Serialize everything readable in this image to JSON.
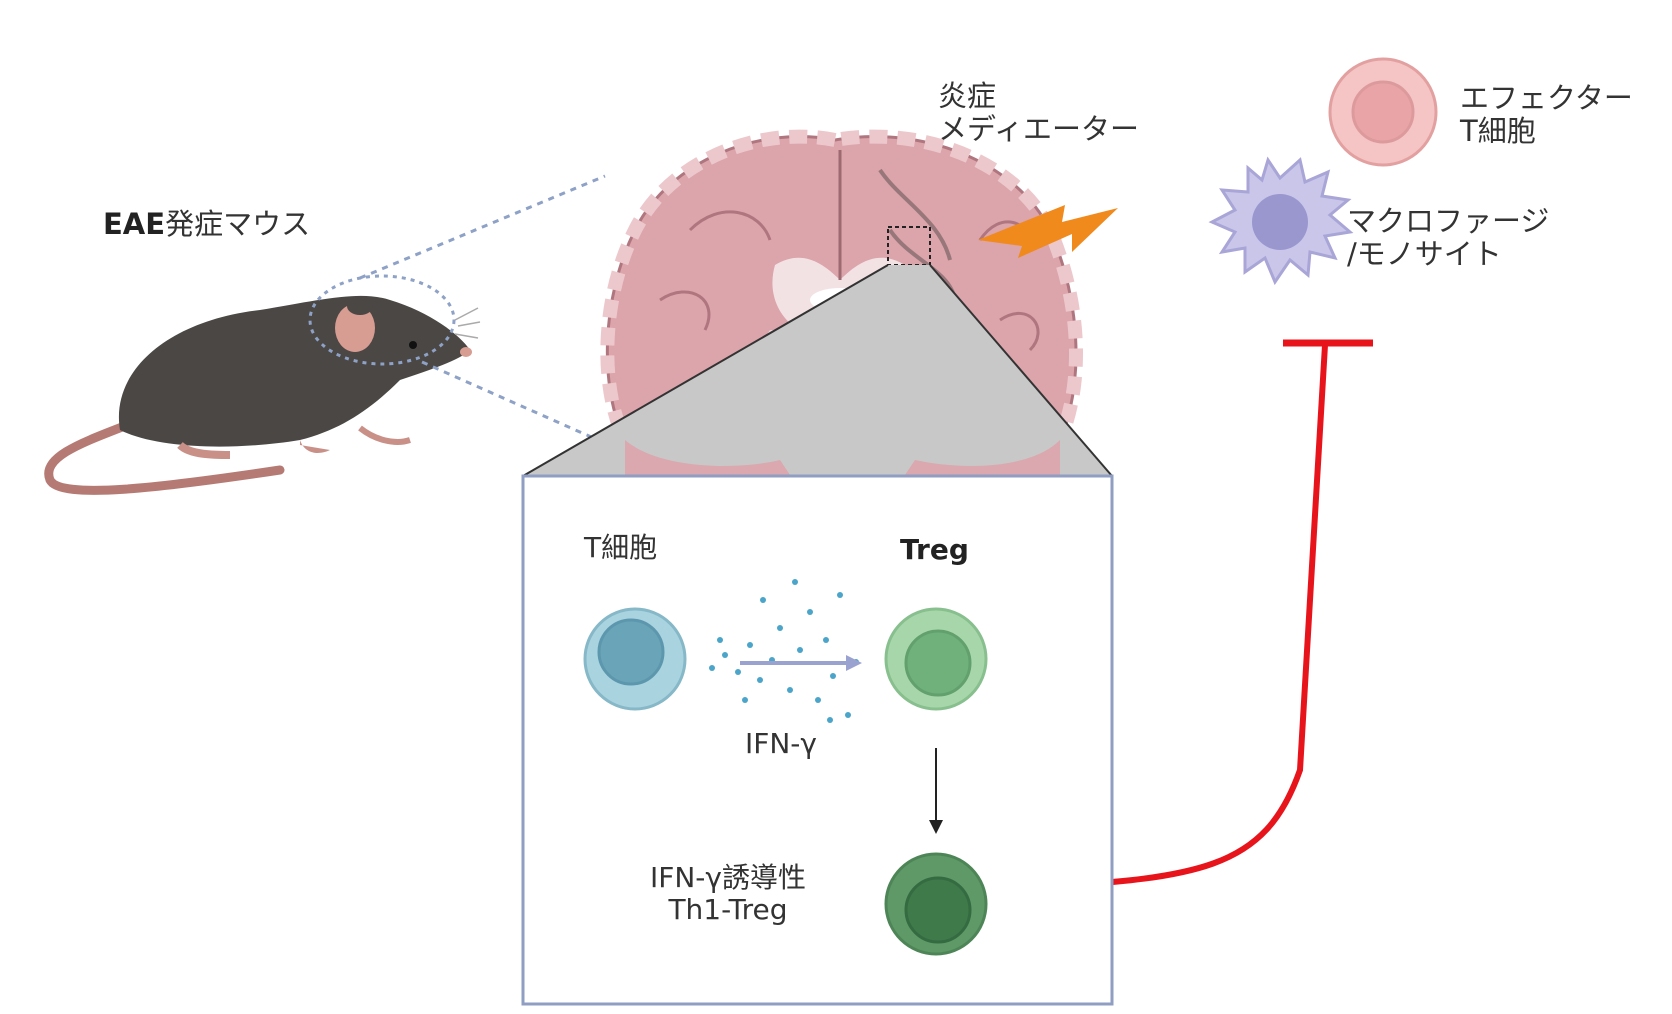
{
  "mouse": {
    "label_bold": "EAE",
    "label_rest": "発症マウス"
  },
  "brain": {
    "mediator_line1": "炎症",
    "mediator_line2": "メディエーター"
  },
  "legend": {
    "effector_line1": "エフェクター",
    "effector_line2": "T細胞",
    "macrophage_line1": "マクロファージ",
    "macrophage_line2": "/モノサイト"
  },
  "inset": {
    "t_cell": "T細胞",
    "treg": "Treg",
    "cytokine": "IFN-γ",
    "th1_treg_line1": "IFN-γ誘導性",
    "th1_treg_line2": "Th1-Treg"
  },
  "colors": {
    "t_cell": "#a9d3df",
    "treg": "#a8d6ab",
    "th1_treg": "#5f9968",
    "effector": "#f5c4c4",
    "macrophage": "#c9c6ea",
    "lightning": "#f08a1c",
    "inhibition": "#e8141c",
    "brain": "#dca4ab",
    "mouse": "#4a4744"
  }
}
